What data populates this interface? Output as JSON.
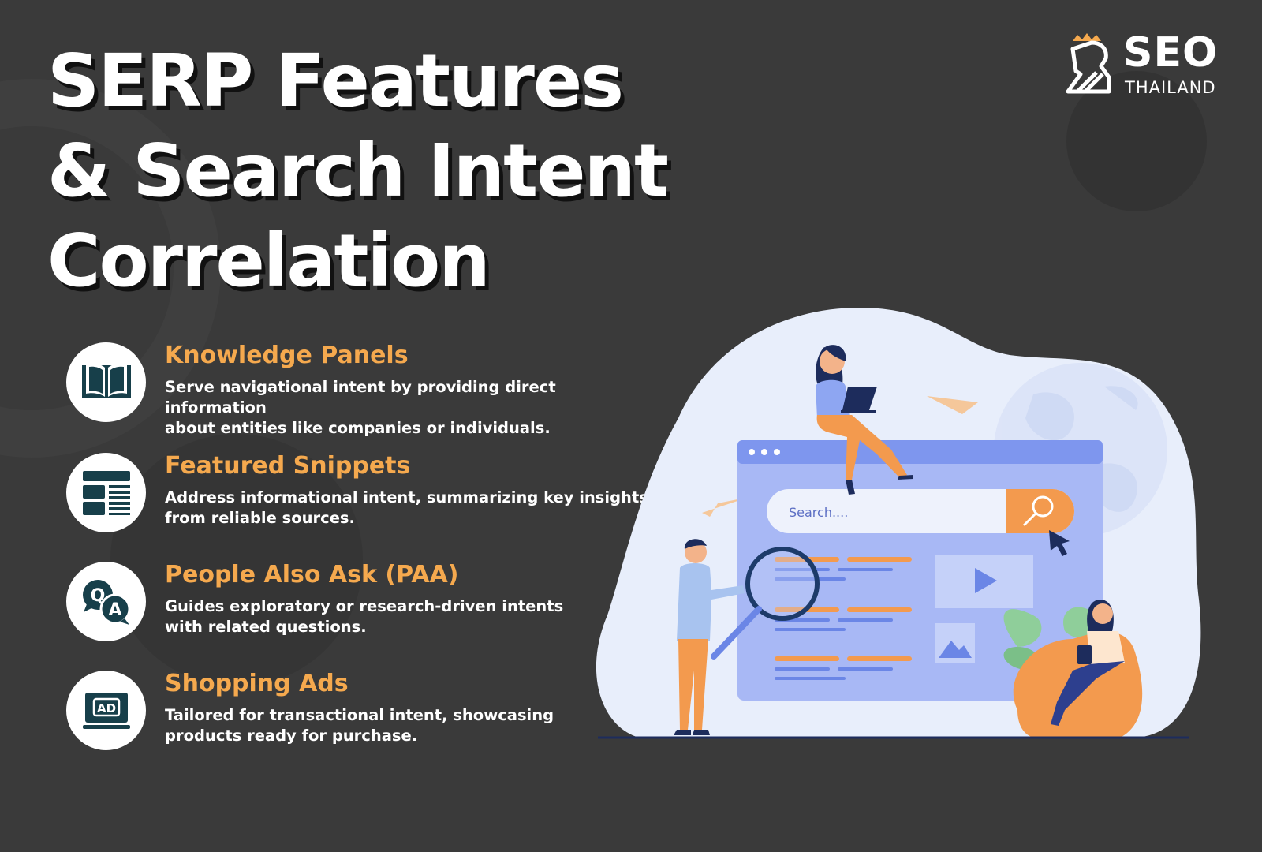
{
  "title_lines": [
    "SERP Features",
    "& Search Intent",
    "Correlation"
  ],
  "logo": {
    "main": "SEO",
    "sub": "THAILAND"
  },
  "features": [
    {
      "title": "Knowledge Panels",
      "desc_1": "Serve navigational intent by providing direct information",
      "desc_2": "about entities like companies or individuals.",
      "icon": "book-icon"
    },
    {
      "title": "Featured Snippets",
      "desc_1": "Address informational intent, summarizing key insights",
      "desc_2": "from reliable sources.",
      "icon": "snippet-layout-icon"
    },
    {
      "title": "People Also Ask (PAA)",
      "desc_1": "Guides exploratory or research-driven intents",
      "desc_2": "with related questions.",
      "icon": "qa-bubbles-icon"
    },
    {
      "title": "Shopping Ads",
      "desc_1": "Tailored for transactional intent, showcasing",
      "desc_2": "products ready for purchase.",
      "icon": "ad-screen-icon"
    }
  ],
  "illustration": {
    "search_placeholder": "Search....",
    "ad_label": "AD",
    "q_letter": "Q",
    "a_letter": "A"
  },
  "colors": {
    "background": "#3a3a3a",
    "accent_orange": "#f5a94e",
    "icon_dark": "#173f4a",
    "browser_blue": "#8ea6f2",
    "blob": "#e8eefb"
  }
}
